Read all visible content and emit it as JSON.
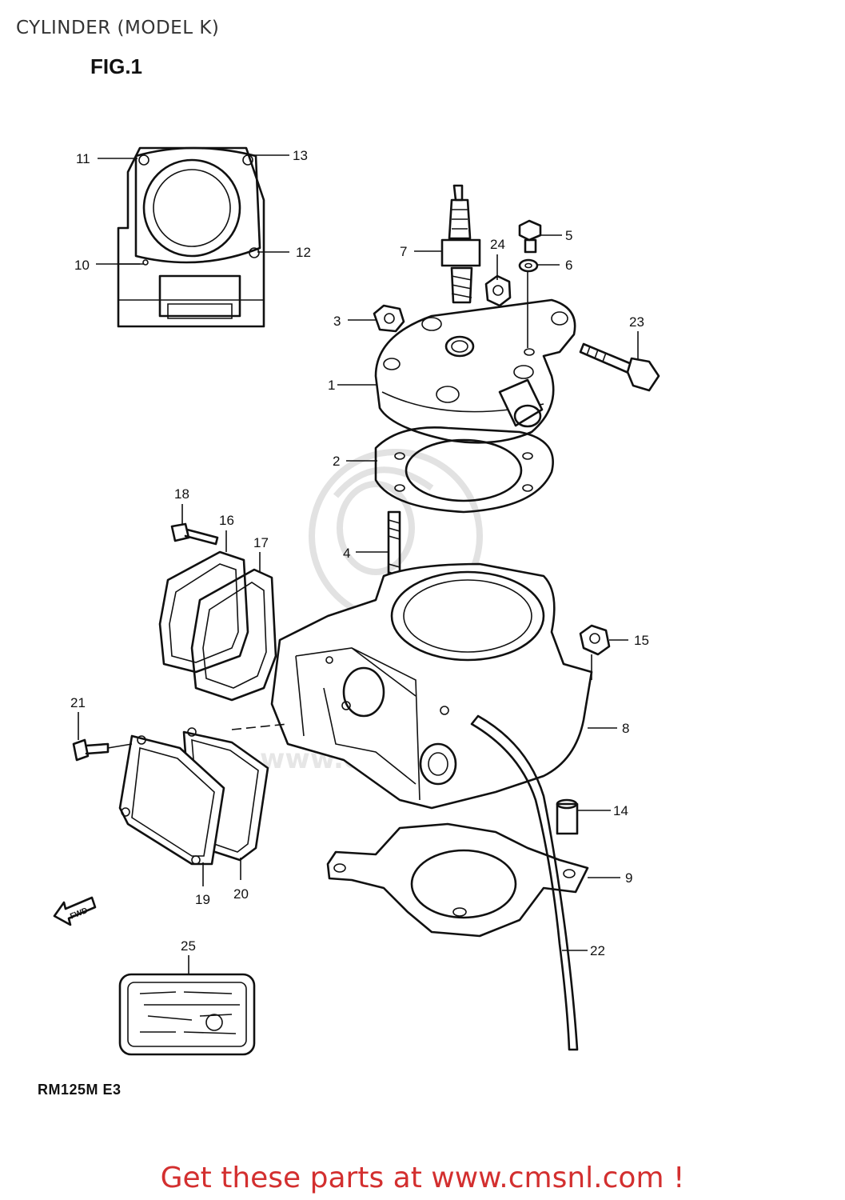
{
  "header": {
    "title": "CYLINDER (MODEL K)",
    "figure_label": "FIG.1"
  },
  "footer": {
    "model_code": "RM125M E3",
    "call_to_action": "Get these parts at www.cmsnl.com !"
  },
  "watermark": {
    "url": "www.cmsnl.com"
  },
  "fwd_arrow_label": "FWD",
  "part_callouts": [
    "1",
    "2",
    "3",
    "4",
    "5",
    "6",
    "7",
    "8",
    "9",
    "10",
    "11",
    "12",
    "13",
    "14",
    "15",
    "16",
    "17",
    "18",
    "19",
    "20",
    "21",
    "22",
    "23",
    "24",
    "25"
  ],
  "colors": {
    "link_red": "#d32f2f",
    "line": "#111111",
    "watermark": "#e2e2e2"
  }
}
